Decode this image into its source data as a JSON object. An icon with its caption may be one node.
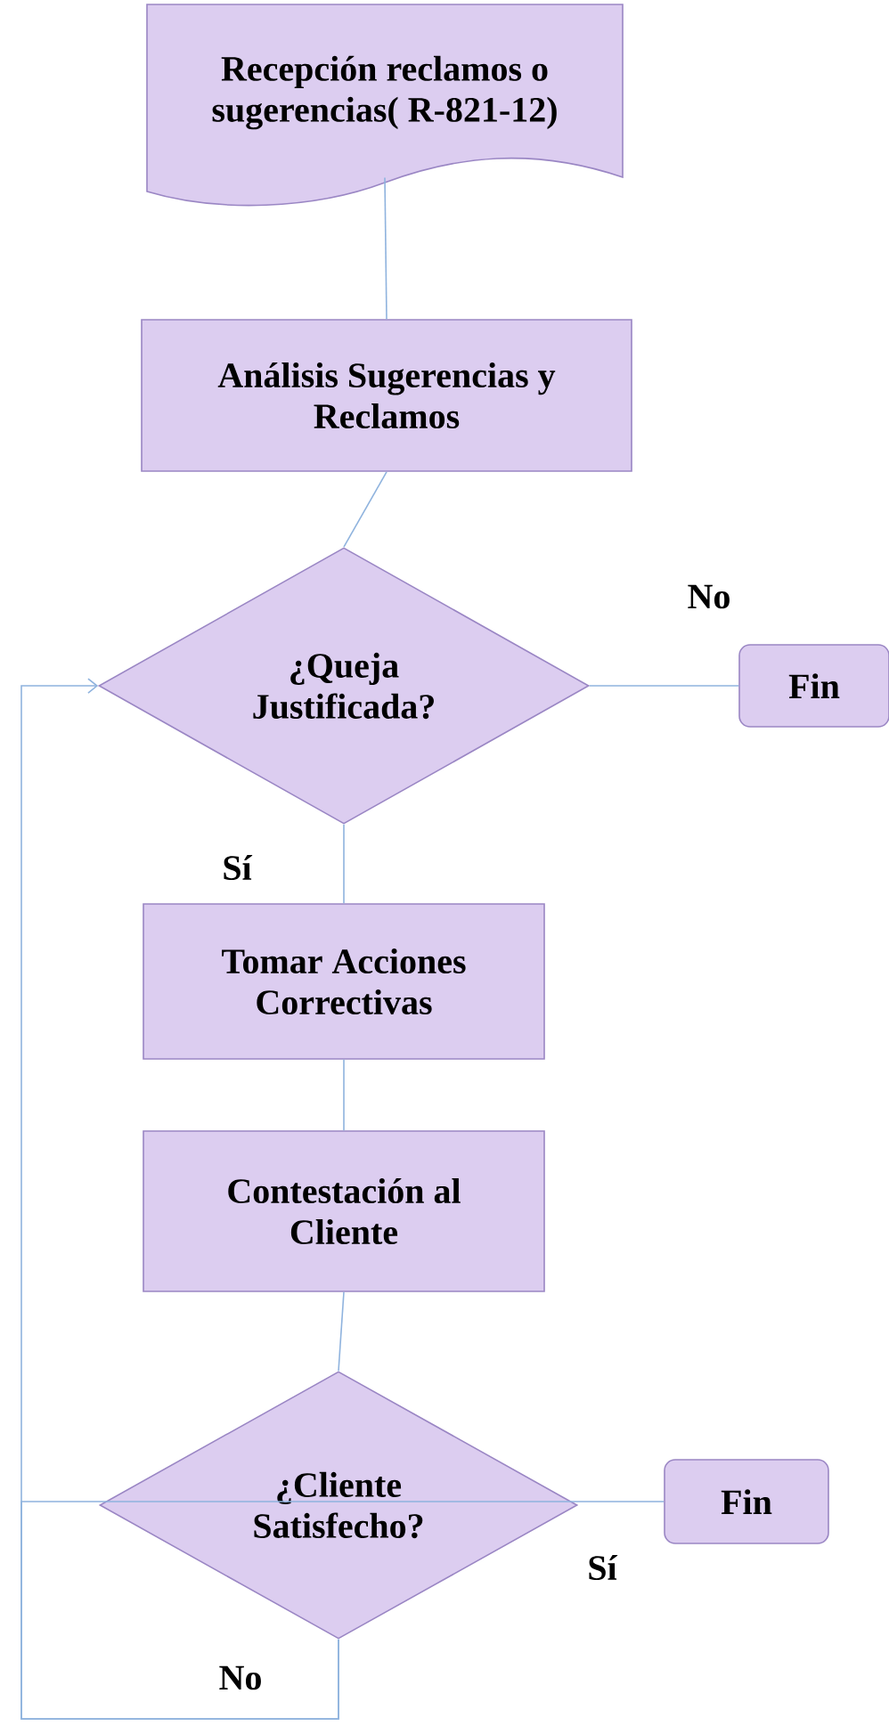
{
  "diagram": {
    "nodes": [
      {
        "text": [
          "Recepción reclamos o sugerencias( R-821-12)"
        ]
      },
      {
        "text": [
          "Análisis Sugerencias y Reclamos"
        ]
      },
      {
        "text": [
          "¿Queja Justificada?"
        ]
      },
      {
        "text": [
          "Fin"
        ]
      },
      {
        "text": [
          "Tomar Acciones Correctivas"
        ]
      },
      {
        "text": [
          "Contestación al Cliente"
        ]
      },
      {
        "text": [
          "¿Cliente Satisfecho?"
        ]
      },
      {
        "text": [
          "Fin"
        ]
      }
    ],
    "edges": [
      {
        "from": 0,
        "to": 1,
        "arrow": "none"
      },
      {
        "from": 1,
        "to": 2,
        "arrow": "none"
      },
      {
        "from": 2,
        "to": 3,
        "arrow": "none",
        "label": "No"
      },
      {
        "from": 2,
        "to": 4,
        "arrow": "none",
        "label": "Sí"
      },
      {
        "from": 4,
        "to": 5,
        "arrow": "none"
      },
      {
        "from": 5,
        "to": 6,
        "arrow": "none"
      },
      {
        "from": 6,
        "to": 7,
        "arrow": "none",
        "label": "Sí"
      },
      {
        "from": 6,
        "to": 2,
        "arrow": "to",
        "label": "No"
      }
    ]
  }
}
